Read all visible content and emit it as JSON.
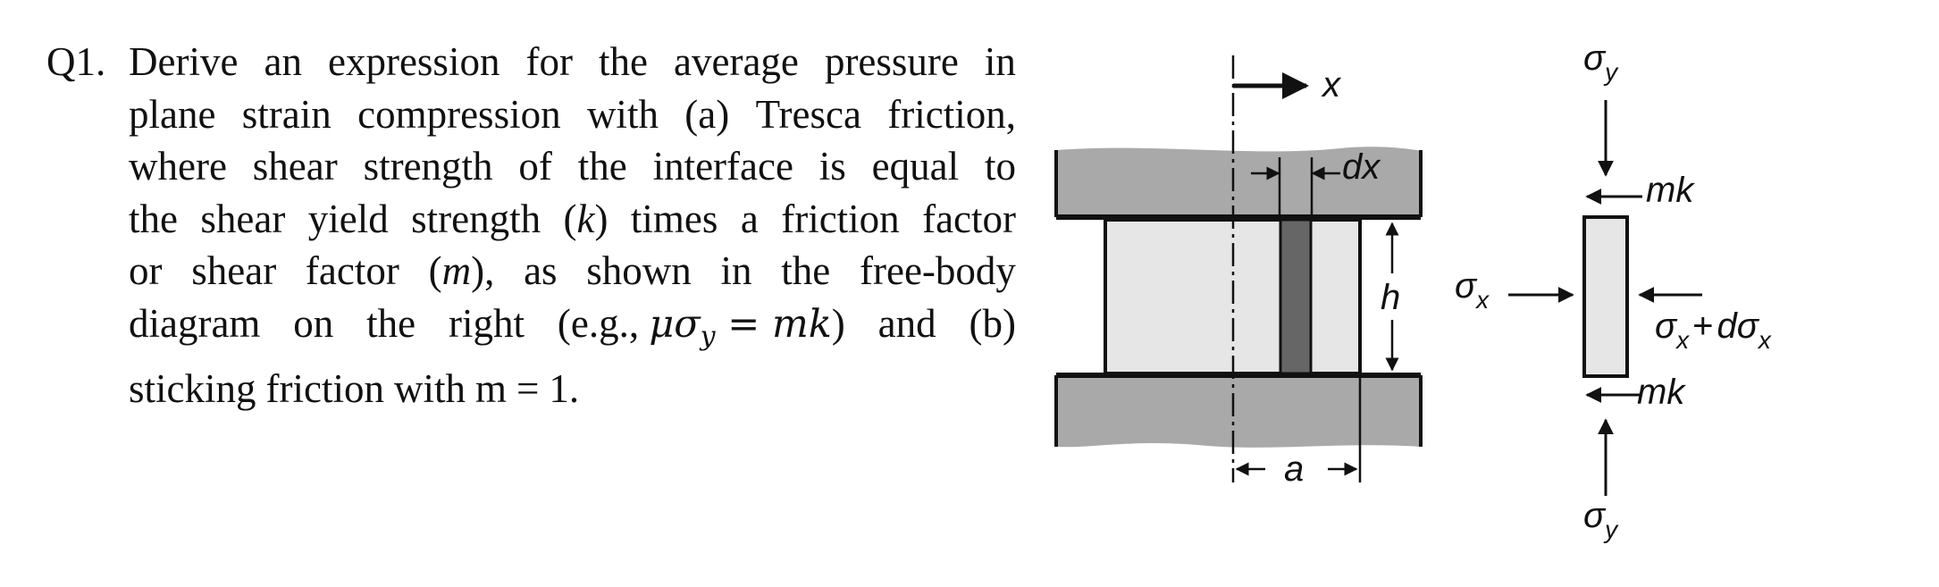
{
  "question": {
    "number": "Q1.",
    "lines": [
      [
        "Derive",
        "an",
        "expression",
        "for",
        "the",
        "average",
        "pressure",
        "in"
      ],
      [
        "plane",
        "strain",
        "compression",
        "with",
        "(a)",
        "Tresca",
        "friction,"
      ],
      [
        "where",
        "shear",
        "strength",
        "of",
        "the",
        "interface",
        "is",
        "equal",
        "to"
      ],
      [
        "the",
        "shear",
        "yield",
        "strength",
        "(k)",
        "times",
        "a",
        "friction",
        "factor"
      ],
      [
        "or",
        "shear",
        "factor",
        "(m),",
        "as",
        "shown",
        "in",
        "the",
        "free-body"
      ],
      [
        "diagram",
        "on",
        "the",
        "right",
        "(e.g.,",
        "μσy = mk)",
        "and",
        "(b)"
      ],
      [
        "sticking",
        "friction",
        "with",
        "m",
        "=",
        "1."
      ]
    ],
    "line5": {
      "pre": "diagram on the right (e.g.,",
      "math": "μσ",
      "math_sub": "y",
      "math_post": " = mk",
      "post1": ")",
      "post2": "and",
      "post3": "(b)"
    }
  },
  "diagram": {
    "label_x": "x",
    "label_dx": "dx",
    "label_h": "h",
    "label_a": "a",
    "sigma": "σ",
    "sub_x": "x",
    "sub_y": "y",
    "label_mk": "mk",
    "label_plus": "+",
    "label_d": "d"
  }
}
